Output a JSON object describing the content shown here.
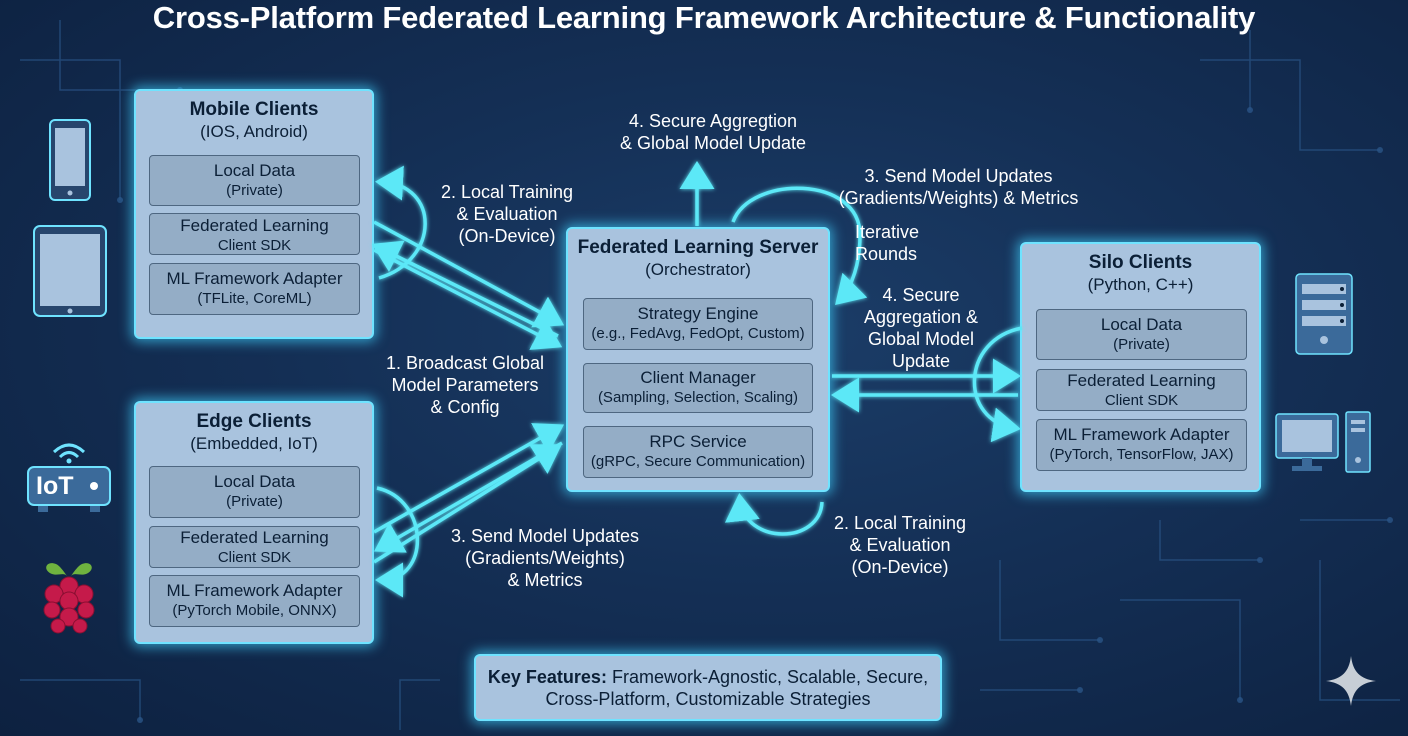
{
  "title": "Cross-Platform Federated Learning Framework Architecture & Functionality",
  "mobile": {
    "title": "Mobile Clients",
    "subtitle": "(IOS, Android)",
    "local_data": {
      "l1": "Local Data",
      "l2": "(Private)"
    },
    "sdk": {
      "l1": "Federated Learning",
      "l2": "Client SDK"
    },
    "adapter": {
      "l1": "ML Framework Adapter",
      "l2": "(TFLite, CoreML)"
    }
  },
  "edge": {
    "title": "Edge Clients",
    "subtitle": "(Embedded, IoT)",
    "local_data": {
      "l1": "Local Data",
      "l2": "(Private)"
    },
    "sdk": {
      "l1": "Federated Learning",
      "l2": "Client SDK"
    },
    "adapter": {
      "l1": "ML Framework Adapter",
      "l2": "(PyTorch Mobile, ONNX)"
    }
  },
  "server": {
    "title": "Federated Learning Server",
    "subtitle": "(Orchestrator)",
    "strategy": {
      "l1": "Strategy Engine",
      "l2": "(e.g., FedAvg, FedOpt, Custom)"
    },
    "client_manager": {
      "l1": "Client Manager",
      "l2": "(Sampling, Selection, Scaling)"
    },
    "rpc": {
      "l1": "RPC Service",
      "l2": "(gRPC, Secure Communication)"
    }
  },
  "silo": {
    "title": "Silo Clients",
    "subtitle": "(Python, C++)",
    "local_data": {
      "l1": "Local Data",
      "l2": "(Private)"
    },
    "sdk": {
      "l1": "Federated Learning",
      "l2": "Client SDK"
    },
    "adapter": {
      "l1": "ML Framework Adapter",
      "l2": "(PyTorch, TensorFlow, JAX)"
    }
  },
  "labels": {
    "secure_agg_top": [
      "4. Secure Aggregtion",
      "& Global Model Update"
    ],
    "local_training_mobile": [
      "2. Local Training",
      "& Evaluation",
      "(On-Device)"
    ],
    "send_updates_top": [
      "3. Send Model Updates",
      "(Gradients/Weights) & Metrics"
    ],
    "iterative": [
      "Iterative",
      "Rounds"
    ],
    "secure_agg_right": [
      "4. Secure",
      "Aggregation &",
      "Global Model",
      "Update"
    ],
    "broadcast": [
      "1. Broadcast Global",
      "Model Parameters",
      "& Config"
    ],
    "send_updates_bottom": [
      "3. Send Model Updates",
      "(Gradients/Weights)",
      "& Metrics"
    ],
    "local_training_server": [
      "2. Local Training",
      "& Evaluation",
      "(On-Device)"
    ]
  },
  "icons": {
    "iot_label": "IoT",
    "names": [
      "smartphone-icon",
      "tablet-icon",
      "iot-router-icon",
      "raspberry-pi-icon",
      "server-rack-icon",
      "desktop-computer-icon",
      "sparkle-icon"
    ]
  },
  "footer": {
    "bold": "Key Features:",
    "rest": " Framework-Agnostic, Scalable, Secure,",
    "line2": "Cross-Platform, Customizable Strategies"
  },
  "colors": {
    "background": "#142f55",
    "box_fill": "#a9c3de",
    "sub_fill": "#94adc6",
    "glow": "#6fe3ff",
    "arrow": "#5ce8f7",
    "text": "#0b1f36",
    "label_text": "#ffffff"
  }
}
